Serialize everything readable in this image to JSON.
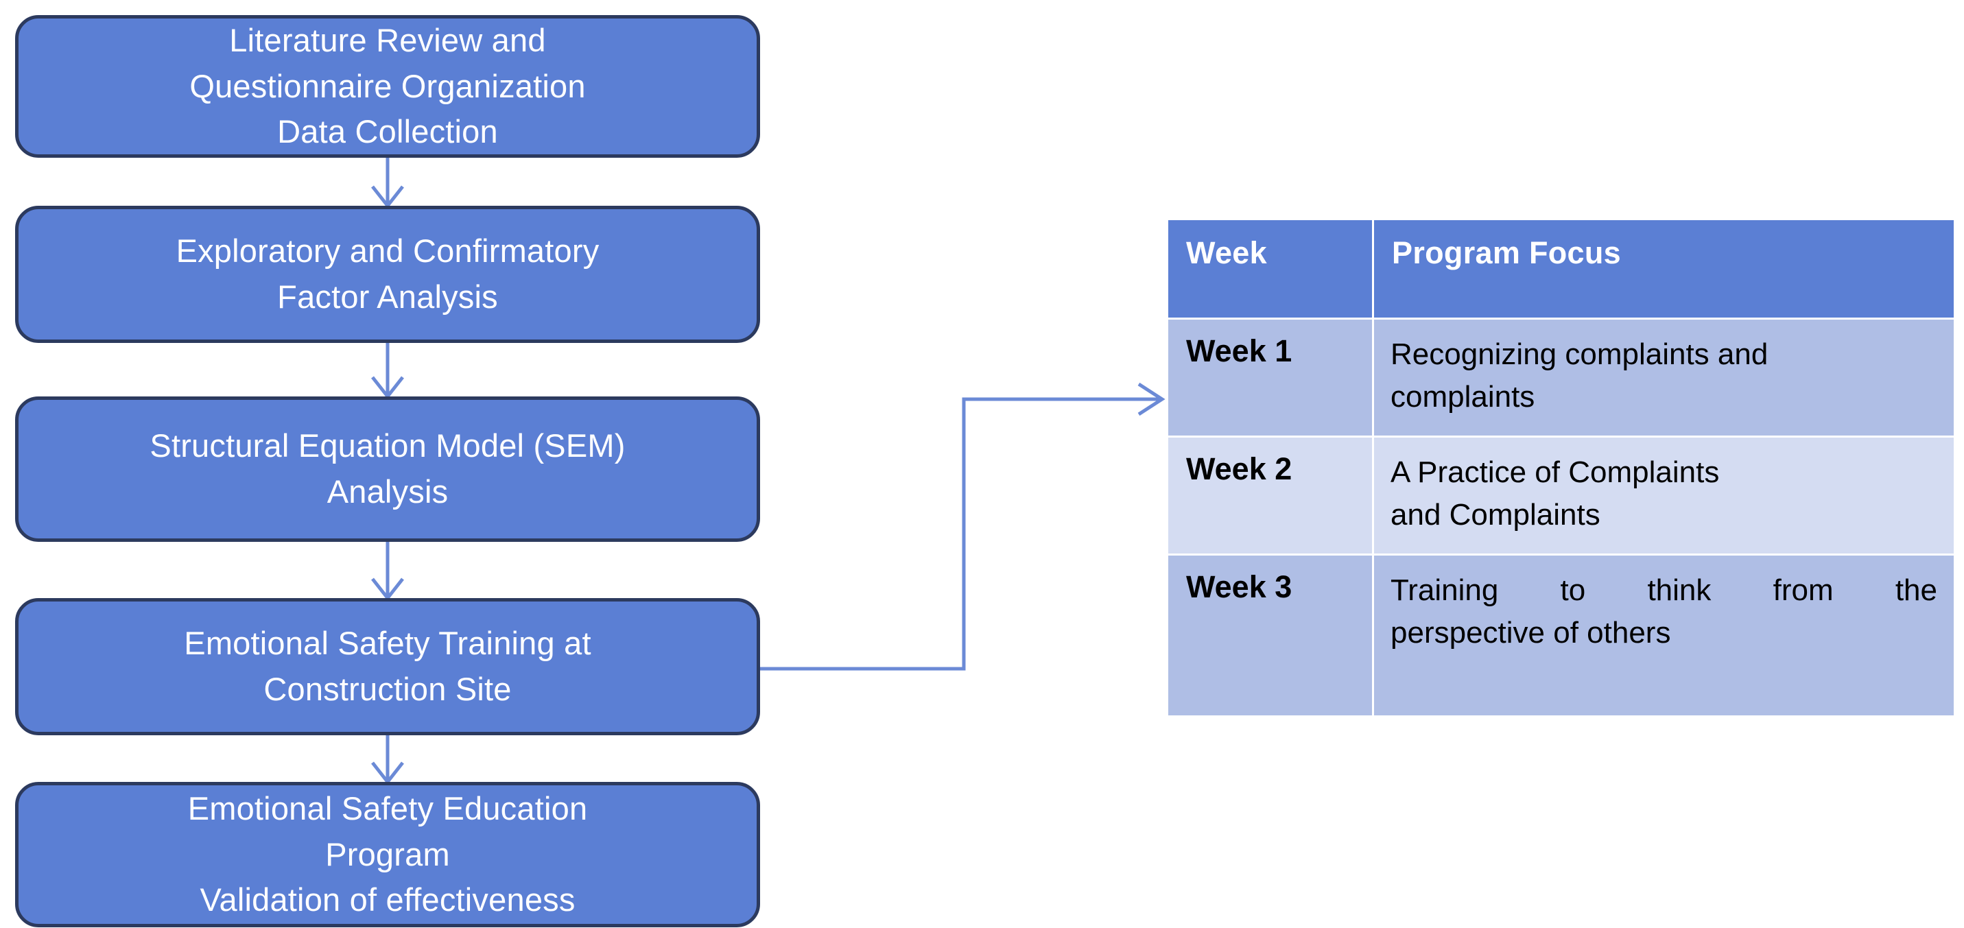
{
  "flow": {
    "boxes": [
      {
        "name": "literature-review",
        "lines": [
          "Literature Review and",
          "Questionnaire Organization",
          "Data Collection"
        ]
      },
      {
        "name": "factor-analysis",
        "lines": [
          "Exploratory and Confirmatory",
          "Factor Analysis"
        ]
      },
      {
        "name": "sem-analysis",
        "lines": [
          "Structural Equation Model (SEM)",
          "Analysis"
        ]
      },
      {
        "name": "emotional-safety-training",
        "lines": [
          "Emotional Safety Training at",
          "Construction Site"
        ]
      },
      {
        "name": "program-validation",
        "lines": [
          "Emotional Safety Education",
          "Program",
          "Validation of effectiveness"
        ]
      }
    ]
  },
  "table": {
    "headers": [
      "Week",
      "Program Focus"
    ],
    "rows": [
      {
        "week": "Week 1",
        "focus_lines": [
          "Recognizing complaints and",
          "complaints"
        ]
      },
      {
        "week": "Week 2",
        "focus_lines": [
          "A Practice of Complaints",
          "and Complaints"
        ]
      },
      {
        "week": "Week 3",
        "focus_lines": [
          "Training to think from the",
          "perspective of others"
        ]
      }
    ]
  },
  "colors": {
    "box_fill": "#5B7FD4",
    "box_border": "#2C3A5E",
    "box_text": "#ffffff",
    "connector": "#6B8AD6",
    "table_header_fill": "#5B7FD4",
    "table_header_text": "#ffffff",
    "row_shade_dark": "#AFBEE5",
    "row_shade_light": "#D4DCF2",
    "table_text": "#000000",
    "page_background": "#ffffff"
  }
}
